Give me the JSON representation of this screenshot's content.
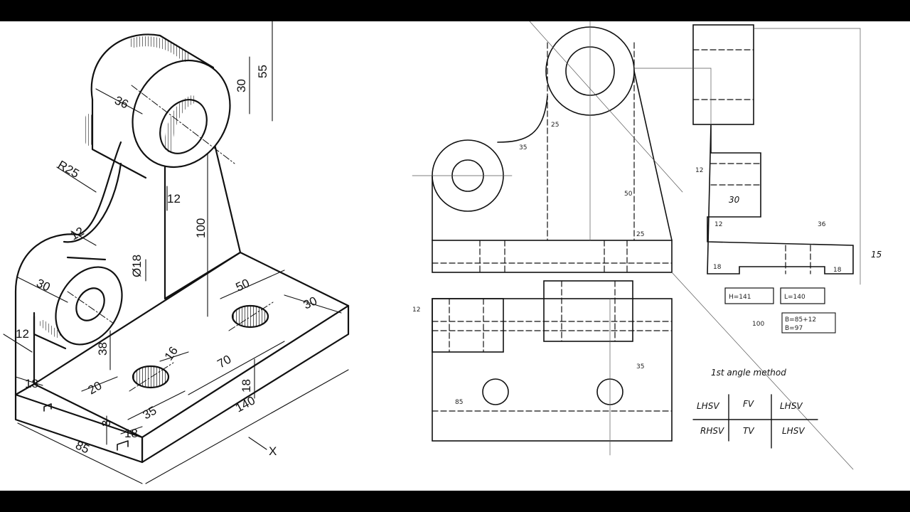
{
  "isometric": {
    "dimensions": {
      "d55": "55",
      "d30_top": "30",
      "d36": "36",
      "r25": "R25",
      "d12_neck": "12",
      "d100": "100",
      "d12_rib": "12",
      "d30_boss": "30",
      "dia18": "Ø18",
      "d12_left": "12",
      "d38": "38",
      "d50": "50",
      "d30_right": "30",
      "d16": "16",
      "d70": "70",
      "d18_left": "18",
      "d20": "20",
      "d35": "35",
      "d18_front": "18",
      "d3": "3",
      "d18_bottom": "18",
      "d140": "140",
      "d85": "85",
      "x_label": "X"
    }
  },
  "sketch": {
    "labels": {
      "d12_gap": "12",
      "d30_rhs": "30",
      "d12_side": "12",
      "d36": "36",
      "d15": "15",
      "d18_a": "18",
      "d18_b": "18",
      "d12_left": "12",
      "d35": "35",
      "d85": "85",
      "d50": "50",
      "d25": "25",
      "d35_top": "35",
      "d25_top": "25",
      "box1": "H=141",
      "box2": "L=140",
      "calc_100": "100",
      "calc_eq": "B=85+12",
      "calc_b": "B=97",
      "angle_method": "1st angle method",
      "grid": [
        [
          "LHSV",
          "FV",
          "LHSV"
        ],
        [
          "RHSV",
          "TV",
          "LHSV"
        ]
      ]
    }
  }
}
